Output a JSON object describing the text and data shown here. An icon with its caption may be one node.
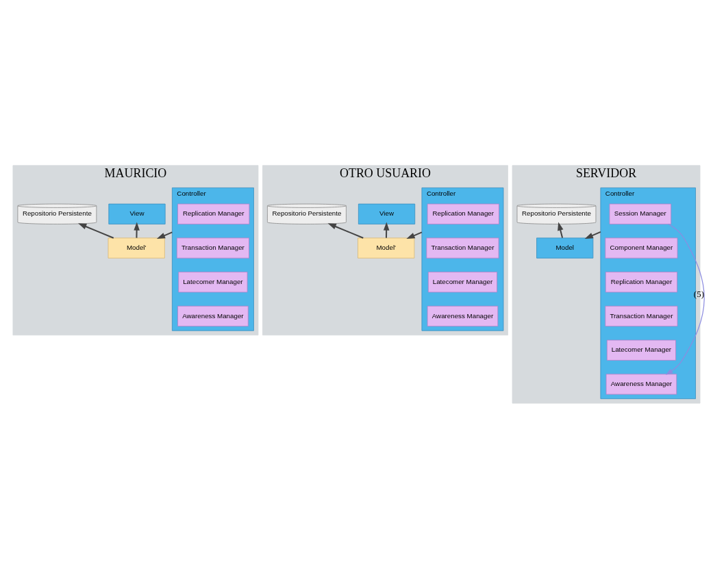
{
  "diagram": {
    "nodes": [
      {
        "text": [
          "MAURICIO"
        ]
      },
      {
        "text": [
          "Controller"
        ],
        "in": 0
      },
      {
        "text": [
          "Replication Manager"
        ],
        "in": 1
      },
      {
        "text": [
          "Transaction Manager"
        ],
        "in": 1
      },
      {
        "text": [
          "Latecomer Manager"
        ],
        "in": 1
      },
      {
        "text": [
          "Awareness Manager"
        ],
        "in": 1
      },
      {
        "text": [
          "View"
        ],
        "in": 0
      },
      {
        "text": [
          "Model'"
        ],
        "in": 0
      },
      {
        "text": [
          "Repositorio Persistente"
        ],
        "in": 0
      },
      {
        "text": [
          "OTRO USUARIO"
        ]
      },
      {
        "text": [
          "Controller"
        ],
        "in": 9
      },
      {
        "text": [
          "Replication Manager"
        ],
        "in": 10
      },
      {
        "text": [
          "Transaction Manager"
        ],
        "in": 10
      },
      {
        "text": [
          "Latecomer Manager"
        ],
        "in": 10
      },
      {
        "text": [
          "Awareness Manager"
        ],
        "in": 10
      },
      {
        "text": [
          "View"
        ],
        "in": 9
      },
      {
        "text": [
          "Model'"
        ],
        "in": 9
      },
      {
        "text": [
          "Repositorio Persistente"
        ],
        "in": 9
      },
      {
        "text": [
          "SERVIDOR"
        ]
      },
      {
        "text": [
          "Controller"
        ],
        "in": 18
      },
      {
        "text": [
          "Session Manager"
        ],
        "in": 19
      },
      {
        "text": [
          "Component Manager"
        ],
        "in": 19
      },
      {
        "text": [
          "Replication Manager"
        ],
        "in": 19
      },
      {
        "text": [
          "Transaction Manager"
        ],
        "in": 19
      },
      {
        "text": [
          "Latecomer Manager"
        ],
        "in": 19
      },
      {
        "text": [
          "Awareness Manager"
        ],
        "in": 19
      },
      {
        "text": [
          "Model"
        ],
        "in": 18
      },
      {
        "text": [
          "Repositorio Persistente"
        ],
        "in": 18
      }
    ],
    "edges": [
      {
        "from": 1,
        "to": 7,
        "arrow": "to"
      },
      {
        "from": 7,
        "to": 6,
        "arrow": "to"
      },
      {
        "from": 7,
        "to": 8,
        "arrow": "to"
      },
      {
        "from": 10,
        "to": 16,
        "arrow": "to"
      },
      {
        "from": 16,
        "to": 15,
        "arrow": "to"
      },
      {
        "from": 16,
        "to": 17,
        "arrow": "to"
      },
      {
        "from": 19,
        "to": 26,
        "arrow": "to"
      },
      {
        "from": 26,
        "to": 27,
        "arrow": "to"
      },
      {
        "from": 20,
        "to": 25,
        "arrow": "to",
        "label": "(5)",
        "color": "#8c8ce0"
      }
    ]
  }
}
